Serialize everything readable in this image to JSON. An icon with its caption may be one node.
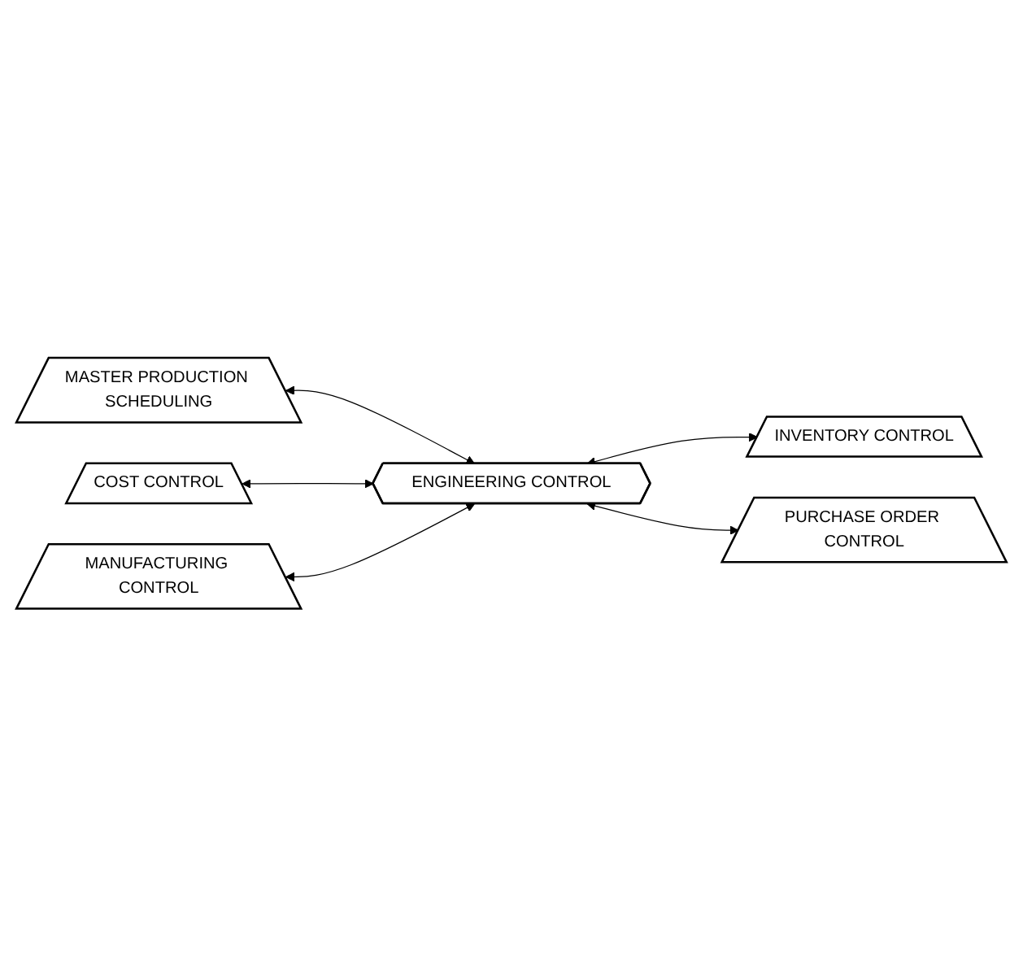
{
  "diagram": {
    "nodes": [
      {
        "text": [
          "MASTER PRODUCTION SCHEDULING"
        ]
      },
      {
        "text": [
          "COST CONTROL"
        ]
      },
      {
        "text": [
          "INVENTORY CONTROL"
        ]
      },
      {
        "text": [
          "ENGINEERING CONTROL"
        ]
      },
      {
        "text": [
          "MANUFACTURING CONTROL"
        ]
      },
      {
        "text": [
          "PURCHASE ORDER CONTROL"
        ]
      }
    ],
    "edges": [
      {
        "from": 0,
        "to": 3,
        "arrow": "both"
      },
      {
        "from": 1,
        "to": 3,
        "arrow": "both"
      },
      {
        "from": 3,
        "to": 2,
        "arrow": "both"
      },
      {
        "from": 4,
        "to": 3,
        "arrow": "both"
      },
      {
        "from": 3,
        "to": 5,
        "arrow": "both"
      }
    ]
  }
}
